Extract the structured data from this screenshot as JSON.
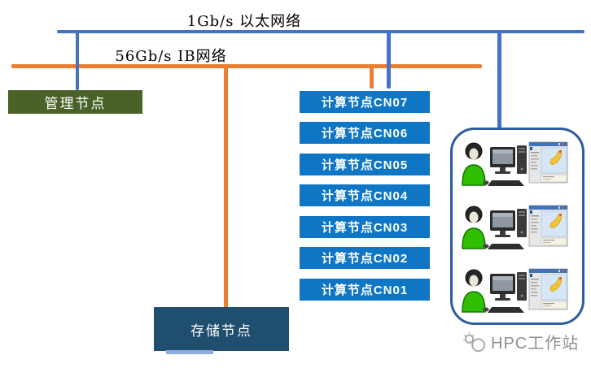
{
  "networks": {
    "ethernet": {
      "label": "1Gb/s 以太网络",
      "color": "#4472c4"
    },
    "infiniband": {
      "label": "56Gb/s IB网络",
      "color": "#ed7d31"
    }
  },
  "nodes": {
    "management": {
      "label": "管理节点",
      "color": "#4a6228"
    },
    "compute": {
      "color": "#0e76c4",
      "items": [
        "计算节点CN07",
        "计算节点CN06",
        "计算节点CN05",
        "计算节点CN04",
        "计算节点CN03",
        "计算节点CN02",
        "计算节点CN01"
      ]
    },
    "storage": {
      "label": "存储节点",
      "color": "#1f4e6e"
    }
  },
  "workstations": {
    "label": "HPC工作站",
    "count": 3,
    "border_color": "#2e5c9e",
    "row_icons": [
      "user-icon",
      "desktop-computer-icon",
      "cad-application-window-icon"
    ]
  }
}
